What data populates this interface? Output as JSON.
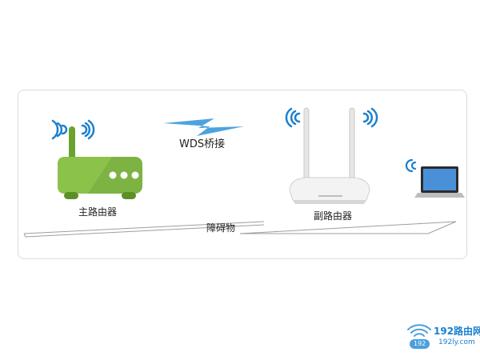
{
  "labels": {
    "main_router": "主路由器",
    "secondary_router": "副路由器",
    "wds_bridge": "WDS桥接",
    "obstacle": "障碍物"
  },
  "watermark": {
    "title": "192路由网",
    "badge": "192",
    "url": "192ly.com"
  },
  "colors": {
    "wifi_blue": "#1a7fd0",
    "router_green": "#7cb342",
    "link_blue": "#4da3e0"
  },
  "icons": [
    "wifi-signal-icon",
    "router-icon",
    "laptop-icon",
    "lightning-link-icon"
  ]
}
